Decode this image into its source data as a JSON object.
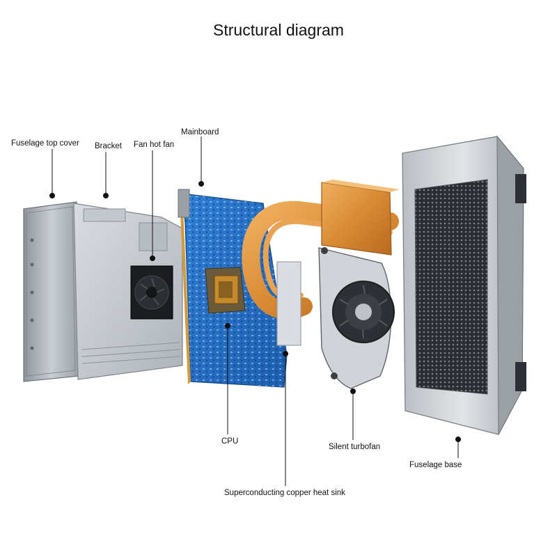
{
  "title": "Structural diagram",
  "labels": {
    "top_cover": "Fuselage top cover",
    "bracket": "Bracket",
    "fan": "Fan hot fan",
    "mainboard": "Mainboard",
    "cpu": "CPU",
    "heat_sink": "Superconducting copper heat sink",
    "turbofan": "Silent turbofan",
    "base": "Fuselage base"
  }
}
